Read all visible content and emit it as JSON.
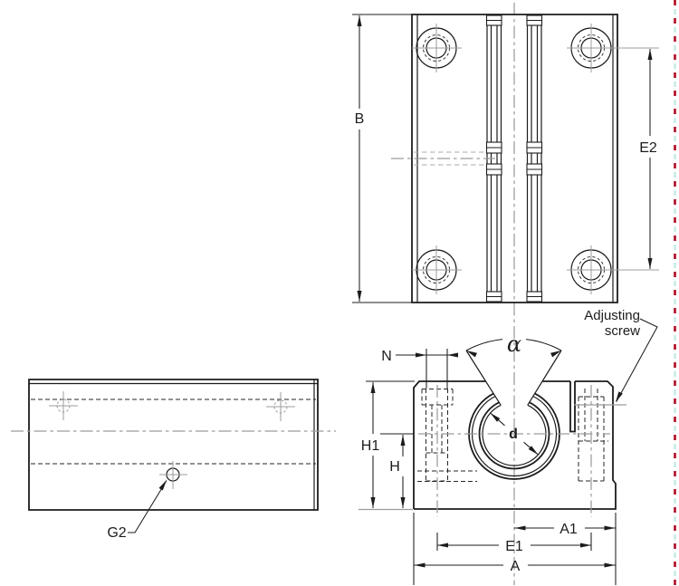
{
  "document": {
    "kind": "engineering-drawing",
    "subject": "linear bearing pillow block unit, three orthographic views",
    "background": "#ffffff"
  },
  "colors": {
    "object_line": "#1c1c1c",
    "centerline_gray": "#9c9c9c",
    "hidden_line": "#262626",
    "page_boundary_red": "#b00c26",
    "page_boundary_cyan": "#c7ece6"
  },
  "views": {
    "top_view": {
      "dimension_labels": [
        "B",
        "E2"
      ]
    },
    "side_view": {
      "dimension_labels": [
        "G2"
      ]
    },
    "front_view": {
      "dimension_labels": [
        "α",
        "N",
        "H1",
        "H",
        "d",
        "A1",
        "E1",
        "A"
      ],
      "annotation": "Adjusting screw"
    }
  },
  "labels": {
    "B": "B",
    "E2": "E2",
    "alpha": "α",
    "N": "N",
    "H1": "H1",
    "H": "H",
    "d": "d",
    "A1": "A1",
    "E1": "E1",
    "A": "A",
    "G2": "G2",
    "adjusting_line1": "Adjusting",
    "adjusting_line2": "screw"
  }
}
